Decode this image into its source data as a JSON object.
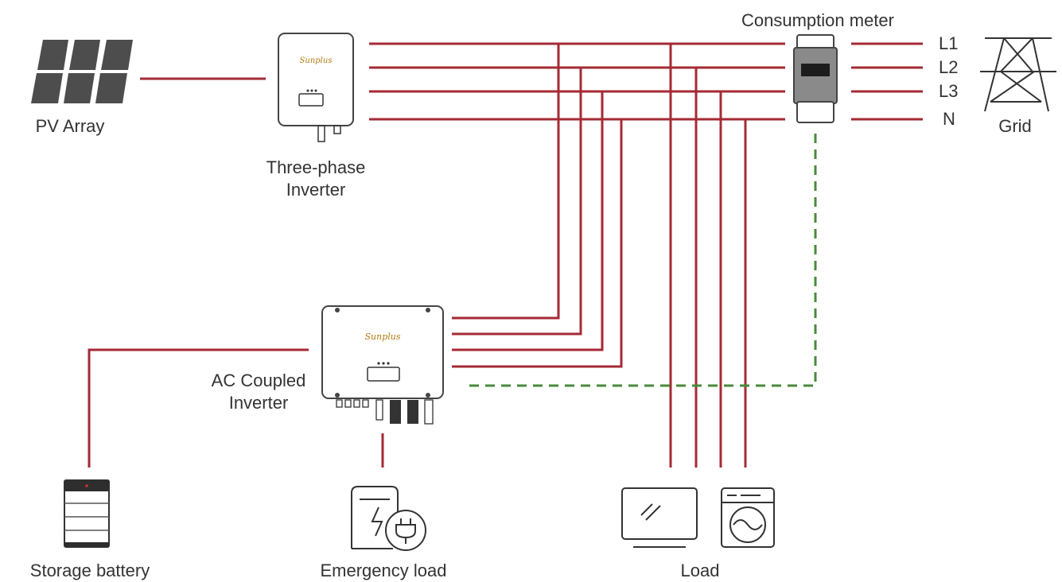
{
  "labels": {
    "pv_array": "PV Array",
    "three_phase_inverter_line1": "Three-phase",
    "three_phase_inverter_line2": "Inverter",
    "consumption_meter": "Consumption meter",
    "grid": "Grid",
    "ac_coupled_inverter_line1": "AC Coupled",
    "ac_coupled_inverter_line2": "Inverter",
    "storage_battery": "Storage battery",
    "emergency_load": "Emergency load",
    "load": "Load",
    "phase_l1": "L1",
    "phase_l2": "L2",
    "phase_l3": "L3",
    "phase_n": "N"
  },
  "brand": {
    "logo_text": "Sunplus"
  },
  "colors": {
    "power_line": "#a52a35",
    "meter_comm_line": "#4a8a3a",
    "device_outline": "#444444",
    "panel_fill": "#4d4d4d",
    "meter_body": "#8a8a8a",
    "text": "#333333"
  },
  "icons": {
    "pv_array": "solar-panel-icon",
    "grid": "transmission-tower-icon",
    "storage_battery": "battery-stack-icon",
    "emergency_load": "ev-charger-plug-icon",
    "load_tv": "monitor-icon",
    "load_washer": "washing-machine-icon"
  }
}
